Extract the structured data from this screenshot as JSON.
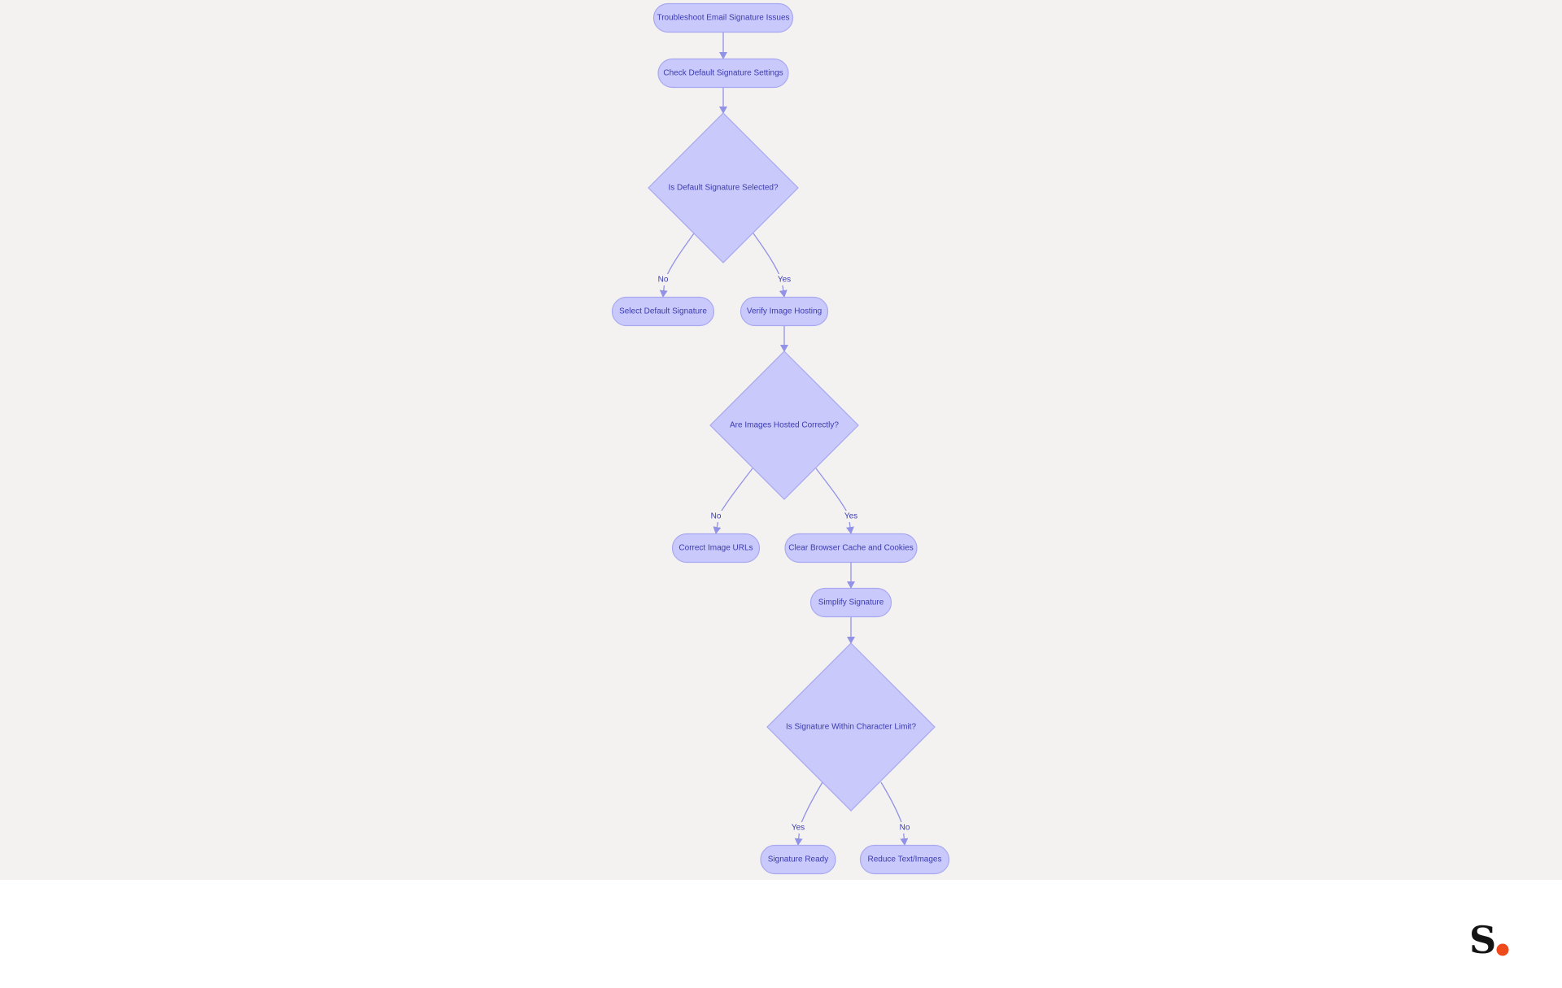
{
  "diagram": {
    "nodes": [
      {
        "id": "start",
        "label": "Troubleshoot Email Signature Issues",
        "shape": "pill"
      },
      {
        "id": "check",
        "label": "Check Default Signature Settings",
        "shape": "pill"
      },
      {
        "id": "q1",
        "label": "Is Default Signature Selected?",
        "shape": "diamond"
      },
      {
        "id": "select",
        "label": "Select Default Signature",
        "shape": "pill"
      },
      {
        "id": "verify",
        "label": "Verify Image Hosting",
        "shape": "pill"
      },
      {
        "id": "q2",
        "label": "Are Images Hosted Correctly?",
        "shape": "diamond"
      },
      {
        "id": "correct",
        "label": "Correct Image URLs",
        "shape": "pill"
      },
      {
        "id": "clear",
        "label": "Clear Browser Cache and Cookies",
        "shape": "pill"
      },
      {
        "id": "simplify",
        "label": "Simplify Signature",
        "shape": "pill"
      },
      {
        "id": "q3",
        "label": "Is Signature Within Character Limit?",
        "shape": "diamond"
      },
      {
        "id": "ready",
        "label": "Signature Ready",
        "shape": "pill"
      },
      {
        "id": "reduce",
        "label": "Reduce Text/Images",
        "shape": "pill"
      }
    ],
    "edges": [
      {
        "from": "start",
        "to": "check",
        "label": ""
      },
      {
        "from": "check",
        "to": "q1",
        "label": ""
      },
      {
        "from": "q1",
        "to": "select",
        "label": "No"
      },
      {
        "from": "q1",
        "to": "verify",
        "label": "Yes"
      },
      {
        "from": "verify",
        "to": "q2",
        "label": ""
      },
      {
        "from": "q2",
        "to": "correct",
        "label": "No"
      },
      {
        "from": "q2",
        "to": "clear",
        "label": "Yes"
      },
      {
        "from": "clear",
        "to": "simplify",
        "label": ""
      },
      {
        "from": "simplify",
        "to": "q3",
        "label": ""
      },
      {
        "from": "q3",
        "to": "ready",
        "label": "Yes"
      },
      {
        "from": "q3",
        "to": "reduce",
        "label": "No"
      }
    ]
  },
  "colors": {
    "node_fill": "#c9c9fc",
    "node_stroke": "#a8a8f0",
    "edge": "#9292e6",
    "text": "#3b3bb0",
    "canvas_bg": "#f3f2f1",
    "logo_dark": "#141414",
    "logo_accent": "#ef4a1c"
  },
  "logo": {
    "icon": "brand-s-logo-icon"
  }
}
